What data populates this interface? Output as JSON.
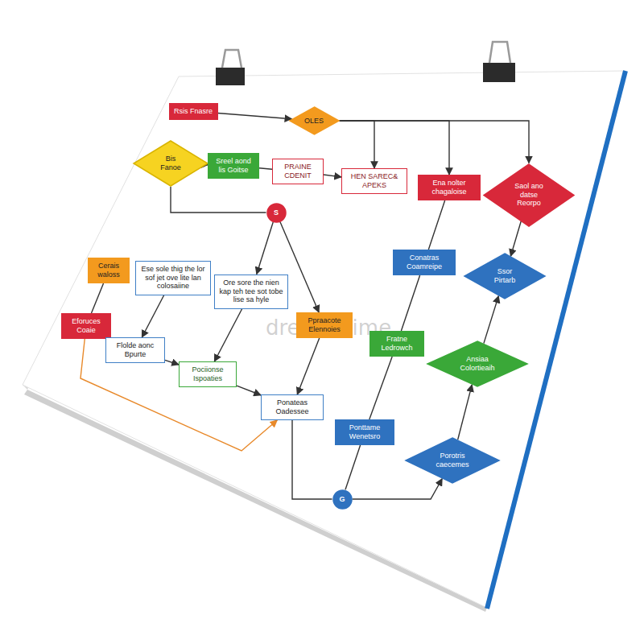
{
  "diagram": {
    "nodes": [
      {
        "text": [
          "Rsis Fnasre"
        ]
      },
      {
        "text": [
          "OLES"
        ]
      },
      {
        "text": [
          "Bis Fanoe"
        ]
      },
      {
        "text": [
          "Sreel aond lis Goitse"
        ]
      },
      {
        "text": [
          "PRAINE CDENIT"
        ]
      },
      {
        "text": [
          "HEN SAREC& APEKS"
        ]
      },
      {
        "text": [
          "Ena nolter chagaloise"
        ]
      },
      {
        "text": [
          "Saol ano datse Reorpo"
        ]
      },
      {
        "text": [
          "S"
        ]
      },
      {
        "text": [
          "Cerais waloss"
        ]
      },
      {
        "text": [
          "Ese sole thig the lor sof jet ove lite lan colosaiine"
        ]
      },
      {
        "text": [
          "Ore sore the nien kap teh tee sot tobe lise sa hyle"
        ]
      },
      {
        "text": [
          "Conatras Coamreipe"
        ]
      },
      {
        "text": [
          "Ssor Pirtarb"
        ]
      },
      {
        "text": [
          "Eforuces Coaie"
        ]
      },
      {
        "text": [
          "Ppraacote Elennoies"
        ]
      },
      {
        "text": [
          "Fratne Ledrowch"
        ]
      },
      {
        "text": [
          "Flolde aonc Bpurte"
        ]
      },
      {
        "text": [
          "Pociionse Ispoaties"
        ]
      },
      {
        "text": [
          "Ansiaa Colortieaih"
        ]
      },
      {
        "text": [
          "Ponateas Oadessee"
        ]
      },
      {
        "text": [
          "Ponttame Wenetsro"
        ]
      },
      {
        "text": [
          "Porotris caecemes"
        ]
      },
      {
        "text": [
          "G"
        ]
      }
    ],
    "edges": [
      {
        "from": 0,
        "to": 1,
        "arrow": "to"
      },
      {
        "from": 1,
        "to": 6,
        "arrow": "to"
      },
      {
        "from": 1,
        "to": 7,
        "arrow": "to"
      },
      {
        "from": 1,
        "to": 5,
        "arrow": "to"
      },
      {
        "from": 2,
        "to": 3,
        "arrow": "to"
      },
      {
        "from": 3,
        "to": 4,
        "arrow": "none"
      },
      {
        "from": 4,
        "to": 5,
        "arrow": "to"
      },
      {
        "from": 2,
        "to": 8,
        "arrow": "none"
      },
      {
        "from": 8,
        "to": 11,
        "arrow": "to"
      },
      {
        "from": 8,
        "to": 15,
        "arrow": "to"
      },
      {
        "from": 6,
        "to": 12,
        "arrow": "none"
      },
      {
        "from": 7,
        "to": 13,
        "arrow": "to"
      },
      {
        "from": 9,
        "to": 14,
        "arrow": "none"
      },
      {
        "from": 10,
        "to": 17,
        "arrow": "to"
      },
      {
        "from": 11,
        "to": 18,
        "arrow": "to"
      },
      {
        "from": 17,
        "to": 18,
        "arrow": "to"
      },
      {
        "from": 18,
        "to": 20,
        "arrow": "to"
      },
      {
        "from": 15,
        "to": 20,
        "arrow": "to"
      },
      {
        "from": 12,
        "to": 16,
        "arrow": "none"
      },
      {
        "from": 16,
        "to": 21,
        "arrow": "none"
      },
      {
        "from": 21,
        "to": 23,
        "arrow": "none"
      },
      {
        "from": 23,
        "to": 22,
        "arrow": "to"
      },
      {
        "from": 22,
        "to": 19,
        "arrow": "to"
      },
      {
        "from": 19,
        "to": 13,
        "arrow": "to"
      },
      {
        "from": 14,
        "to": 20,
        "arrow": "to"
      },
      {
        "from": 20,
        "to": 23,
        "arrow": "none"
      }
    ],
    "labels": [
      "dreamstime"
    ]
  }
}
